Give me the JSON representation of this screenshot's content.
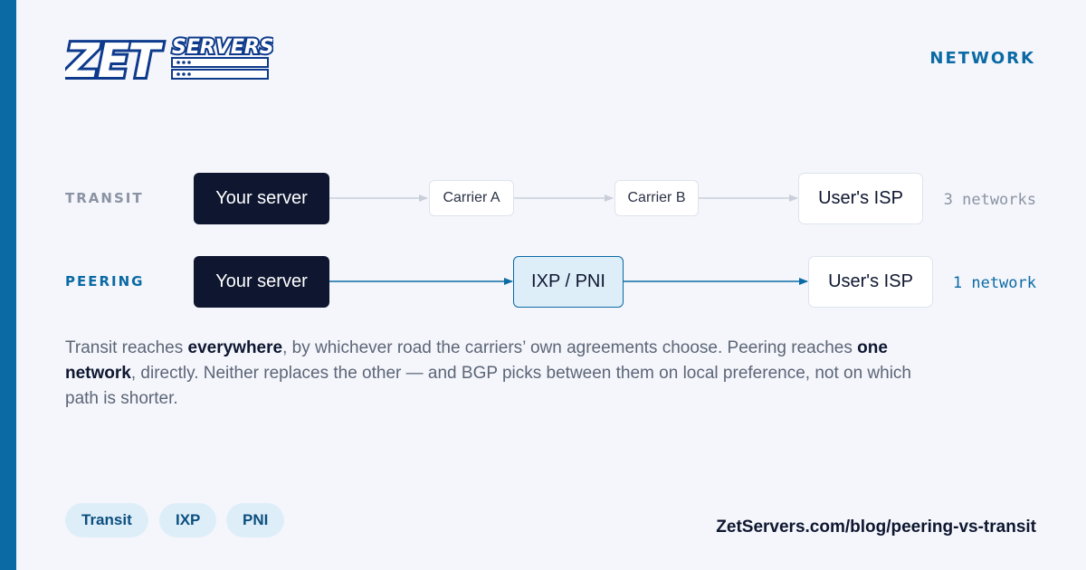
{
  "brand": {
    "logo_word": "ZET",
    "logo_sub": "SERVERS"
  },
  "category": "NETWORK",
  "colors": {
    "accent": "#0b6aa4",
    "dark": "#0e1630",
    "muted": "#8b93a3",
    "tag_bg": "#deeef9"
  },
  "transit": {
    "label": "TRANSIT",
    "nodes": [
      "Your server",
      "Carrier A",
      "Carrier B",
      "User's ISP"
    ],
    "count": "3 networks"
  },
  "peering": {
    "label": "PEERING",
    "nodes": [
      "Your server",
      "IXP / PNI",
      "User's ISP"
    ],
    "count": "1 network"
  },
  "description": {
    "p1": "Transit reaches ",
    "b1": "everywhere",
    "p2": ", by whichever road the carriers’ own agreements choose. Peering reaches ",
    "b2": "one network",
    "p3": ", directly. Neither replaces the other — and BGP picks between them on local preference, not on which path is shorter."
  },
  "tags": [
    "Transit",
    "IXP",
    "PNI"
  ],
  "url": "ZetServers.com/blog/peering-vs-transit"
}
